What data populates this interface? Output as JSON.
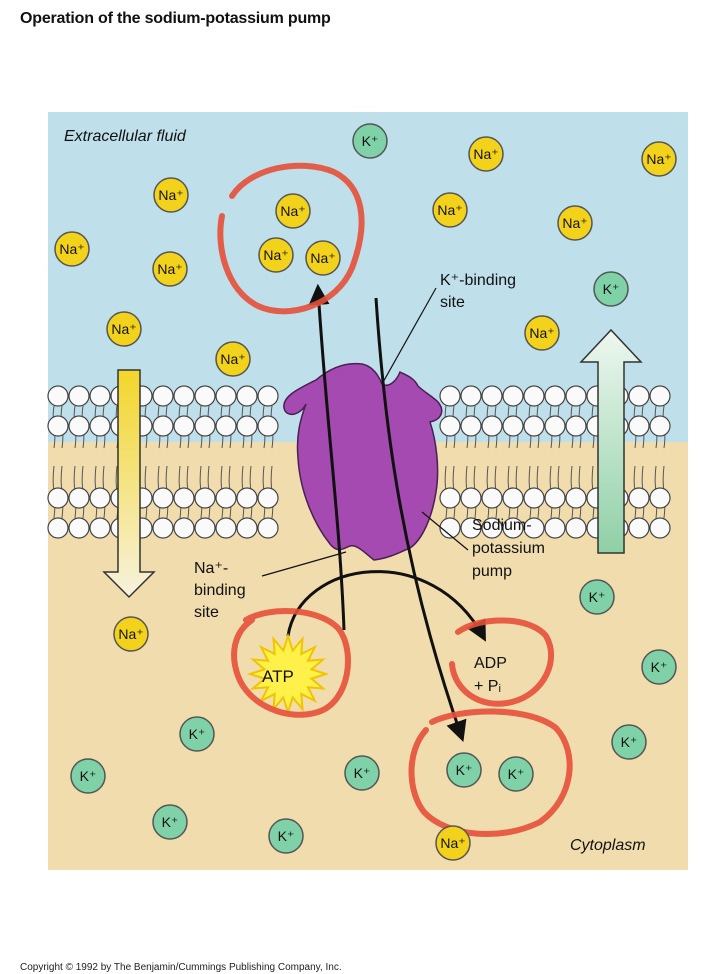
{
  "title": "Operation of the sodium-potassium pump",
  "regions": {
    "extracellular": "Extracellular fluid",
    "cytoplasm": "Cytoplasm"
  },
  "labels": {
    "k_binding_line1": "K⁺-binding",
    "k_binding_line2": "site",
    "na_binding_line1": "Na⁺-",
    "na_binding_line2": "binding",
    "na_binding_line3": "site",
    "pump_line1": "Sodium-",
    "pump_line2": "potassium",
    "pump_line3": "pump",
    "atp": "ATP",
    "adp_line1": "ADP",
    "adp_line2": "+ Pᵢ"
  },
  "ions": {
    "na": "Na⁺",
    "k": "K⁺"
  },
  "colors": {
    "extracellular_bg": "#bfe0ea",
    "cytoplasm_bg": "#f1dcae",
    "na_fill": "#f3d21c",
    "k_fill": "#7fd2a8",
    "pump": "#a54ab0",
    "circle_marker": "#e6503a",
    "atp_burst": "#fff04a"
  },
  "copyright": "Copyright © 1992 by The Benjamin/Cummings Publishing Company, Inc."
}
